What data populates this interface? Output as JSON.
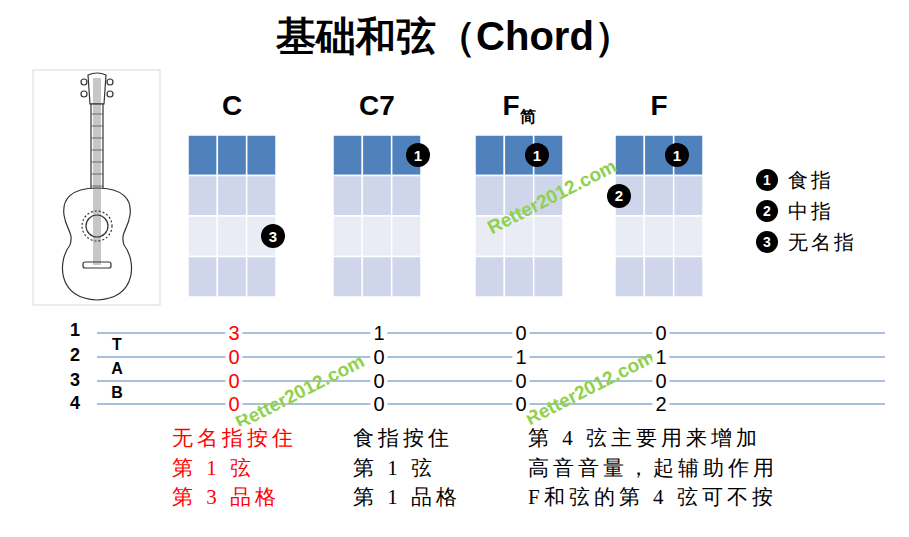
{
  "diagram": {
    "title": "基础和弦（Chord）",
    "nodes": [
      {
        "text": [
          "C"
        ]
      },
      {
        "text": [
          "3"
        ],
        "in": 0
      },
      {
        "text": [
          "C7"
        ]
      },
      {
        "text": [
          "1"
        ],
        "in": 2
      },
      {
        "text": [
          "F",
          "简"
        ]
      },
      {
        "text": [
          "1"
        ],
        "in": 4
      },
      {
        "text": [
          "F"
        ]
      },
      {
        "text": [
          "1"
        ],
        "in": 6
      },
      {
        "text": [
          "2"
        ],
        "in": 6
      }
    ],
    "labels": [
      "1",
      "2",
      "3",
      "4",
      "T",
      "A",
      "B",
      "3",
      "0",
      "0",
      "0",
      "1",
      "0",
      "0",
      "0",
      "0",
      "1",
      "0",
      "0",
      "0",
      "1",
      "0",
      "2",
      "无名指按住",
      "食指按住",
      "第 4 弦主要用来增加",
      "第 1 弦",
      "第 1 弦",
      "高音音量，起辅助作用",
      "第 3 品格",
      "第 1 品格",
      "F和弦的第 4 弦可不按",
      "1",
      "2",
      "3",
      "Retter2012.com",
      "Retter2012.com",
      "Retter2012.com"
    ],
    "legend": [
      {
        "text": "食指"
      },
      {
        "text": "中指"
      },
      {
        "text": "无名指"
      }
    ]
  }
}
